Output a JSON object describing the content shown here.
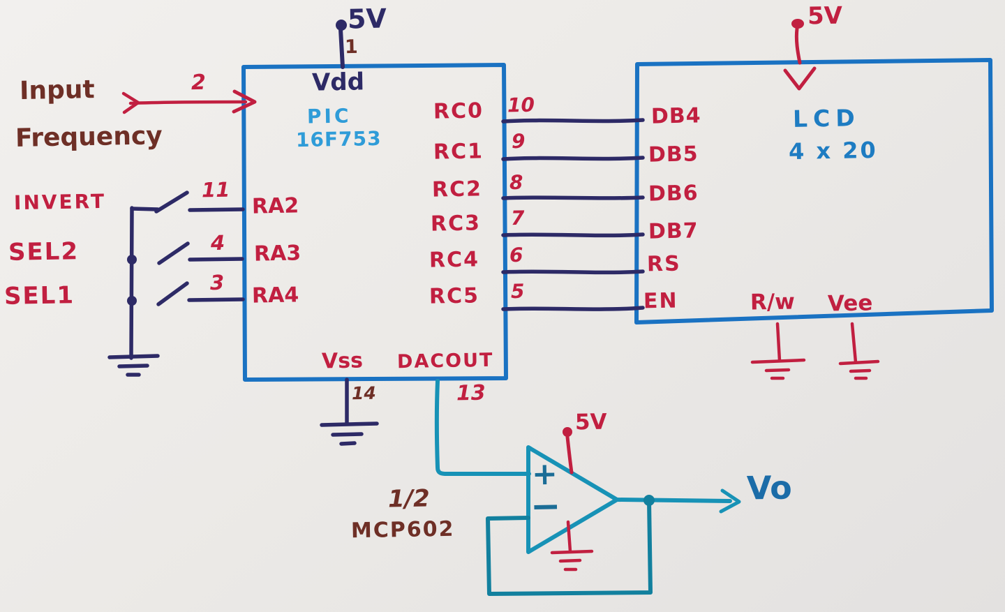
{
  "colors": {
    "ink_navy": "#2d2a66",
    "ink_red": "#c11f40",
    "ink_maroon": "#6e2f26",
    "box_blue": "#1a72c2",
    "pic_label_blue": "#2f9cd8",
    "lcd_label_blue": "#1e7cc2",
    "wire_teal": "#1792b6",
    "vo_blue": "#1b6ca8",
    "background": "#eceae7"
  },
  "input_signal": {
    "label_line1": "Input",
    "label_line2": "Frequency",
    "pin": "2"
  },
  "switches": {
    "rows": [
      {
        "label": "INVERT",
        "pin": "11",
        "port": "RA2"
      },
      {
        "label": "SEL2",
        "pin": "4",
        "port": "RA3"
      },
      {
        "label": "SEL1",
        "pin": "3",
        "port": "RA4"
      }
    ]
  },
  "pic": {
    "supply_label": "5V",
    "supply_pin": "1",
    "vdd_label": "Vdd",
    "name_line1": "PIC",
    "name_line2": "16F753",
    "vss_label": "Vss",
    "vss_pin": "14",
    "dacout_label": "DACOUT",
    "dacout_pin": "13"
  },
  "bus": {
    "rows": [
      {
        "port": "RC0",
        "pin": "10",
        "lcd_pin": "DB4"
      },
      {
        "port": "RC1",
        "pin": "9",
        "lcd_pin": "DB5"
      },
      {
        "port": "RC2",
        "pin": "8",
        "lcd_pin": "DB6"
      },
      {
        "port": "RC3",
        "pin": "7",
        "lcd_pin": "DB7"
      },
      {
        "port": "RC4",
        "pin": "6",
        "lcd_pin": "RS"
      },
      {
        "port": "RC5",
        "pin": "5",
        "lcd_pin": "EN"
      }
    ]
  },
  "lcd": {
    "supply_label": "5V",
    "title_line1": "LCD",
    "title_line2": "4 x 20",
    "rw_label": "R/w",
    "vee_label": "Vee"
  },
  "opamp": {
    "supply_label": "5V",
    "plus_label": "+",
    "minus_label": "−",
    "part_line1": "1/2",
    "part_line2": "MCP602",
    "output_label": "Vo"
  }
}
